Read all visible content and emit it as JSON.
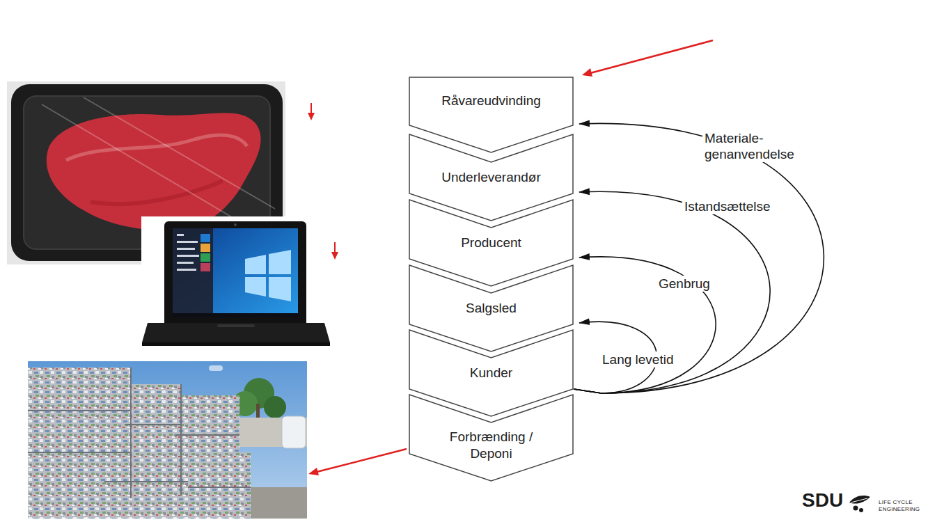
{
  "diagram": {
    "nodes": [
      {
        "text": [
          "Råvareudvinding"
        ]
      },
      {
        "text": [
          "Underleverandør"
        ]
      },
      {
        "text": [
          "Producent"
        ]
      },
      {
        "text": [
          "Salgsled"
        ]
      },
      {
        "text": [
          "Kunder"
        ]
      },
      {
        "text": [
          "Forbrænding / Deponi"
        ]
      }
    ],
    "edges": [
      {
        "from": 4,
        "to": 3,
        "arrow": "to",
        "label": "Lang levetid"
      },
      {
        "from": 4,
        "to": 2,
        "arrow": "to",
        "label": "Genbrug"
      },
      {
        "from": 4,
        "to": 1,
        "arrow": "to",
        "label": "Istandsættelse"
      },
      {
        "from": 4,
        "to": 0,
        "arrow": "to",
        "label": "Materiale- genanvendelse"
      }
    ],
    "labels": [
      "SDU",
      "LIFE CYCLE ENGINEERING"
    ]
  }
}
